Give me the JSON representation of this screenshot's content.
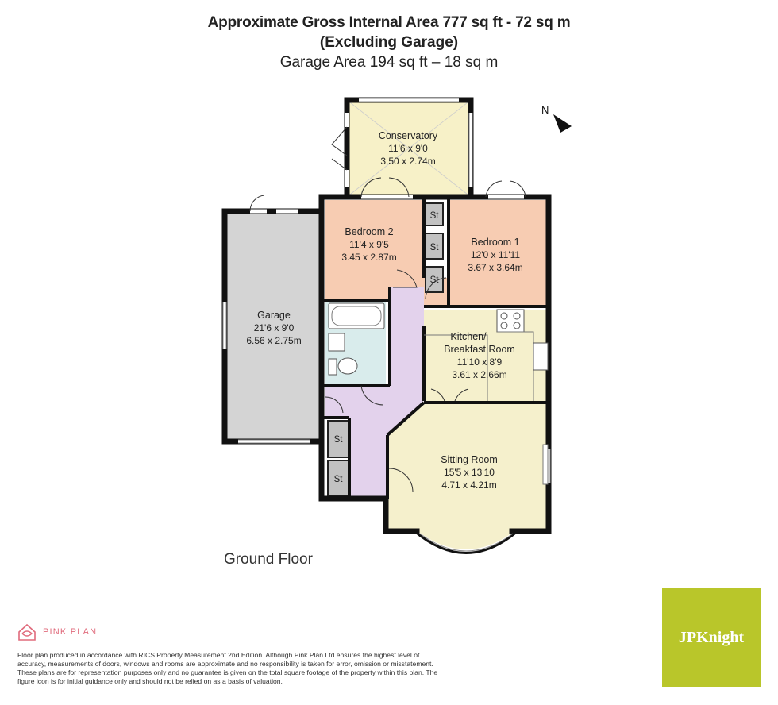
{
  "header": {
    "line1": "Approximate Gross Internal Area 777 sq ft - 72 sq m",
    "line2": "(Excluding Garage)",
    "line3": "Garage Area 194 sq ft – 18 sq m"
  },
  "compass": {
    "label": "N"
  },
  "rooms": {
    "conservatory": {
      "name": "Conservatory",
      "imperial": "11'6 x 9'0",
      "metric": "3.50 x 2.74m",
      "color": "#f7f1c8"
    },
    "bedroom2": {
      "name": "Bedroom 2",
      "imperial": "11'4 x 9'5",
      "metric": "3.45 x 2.87m",
      "color": "#f7ccb2"
    },
    "bedroom1": {
      "name": "Bedroom 1",
      "imperial": "12'0 x 11'11",
      "metric": "3.67 x 3.64m",
      "color": "#f7ccb2"
    },
    "garage": {
      "name": "Garage",
      "imperial": "21'6 x 9'0",
      "metric": "6.56 x 2.75m",
      "color": "#d4d4d4"
    },
    "kitchen": {
      "name_line1": "Kitchen/",
      "name_line2": "Breakfast Room",
      "imperial": "11'10 x 8'9",
      "metric": "3.61 x 2.66m",
      "color": "#f5f0cc"
    },
    "sitting": {
      "name": "Sitting Room",
      "imperial": "15'5 x 13'10",
      "metric": "4.71 x 4.21m",
      "color": "#f5f0cc"
    },
    "bathroom": {
      "color": "#d9ecec"
    },
    "hallway": {
      "color": "#e3d2ec"
    }
  },
  "stores": {
    "label": "St",
    "color": "#c2c2c2"
  },
  "floor_label": "Ground Floor",
  "footer": {
    "brand": "PINK PLAN",
    "disclaimer": "Floor plan produced in accordance with RICS Property Measurement 2nd Edition. Although Pink Plan Ltd ensures the highest level of accuracy, measurements of doors, windows and rooms are approximate and no responsibility is taken for error, omission or misstatement. These plans are for representation purposes only and no guarantee is given on the total square footage of the property within this plan. The figure icon is for initial guidance only and should not be relied on as a basis of valuation.",
    "agent_logo": "JPKnight",
    "agent_color": "#b9c62a",
    "brand_color": "#e06b7c"
  }
}
